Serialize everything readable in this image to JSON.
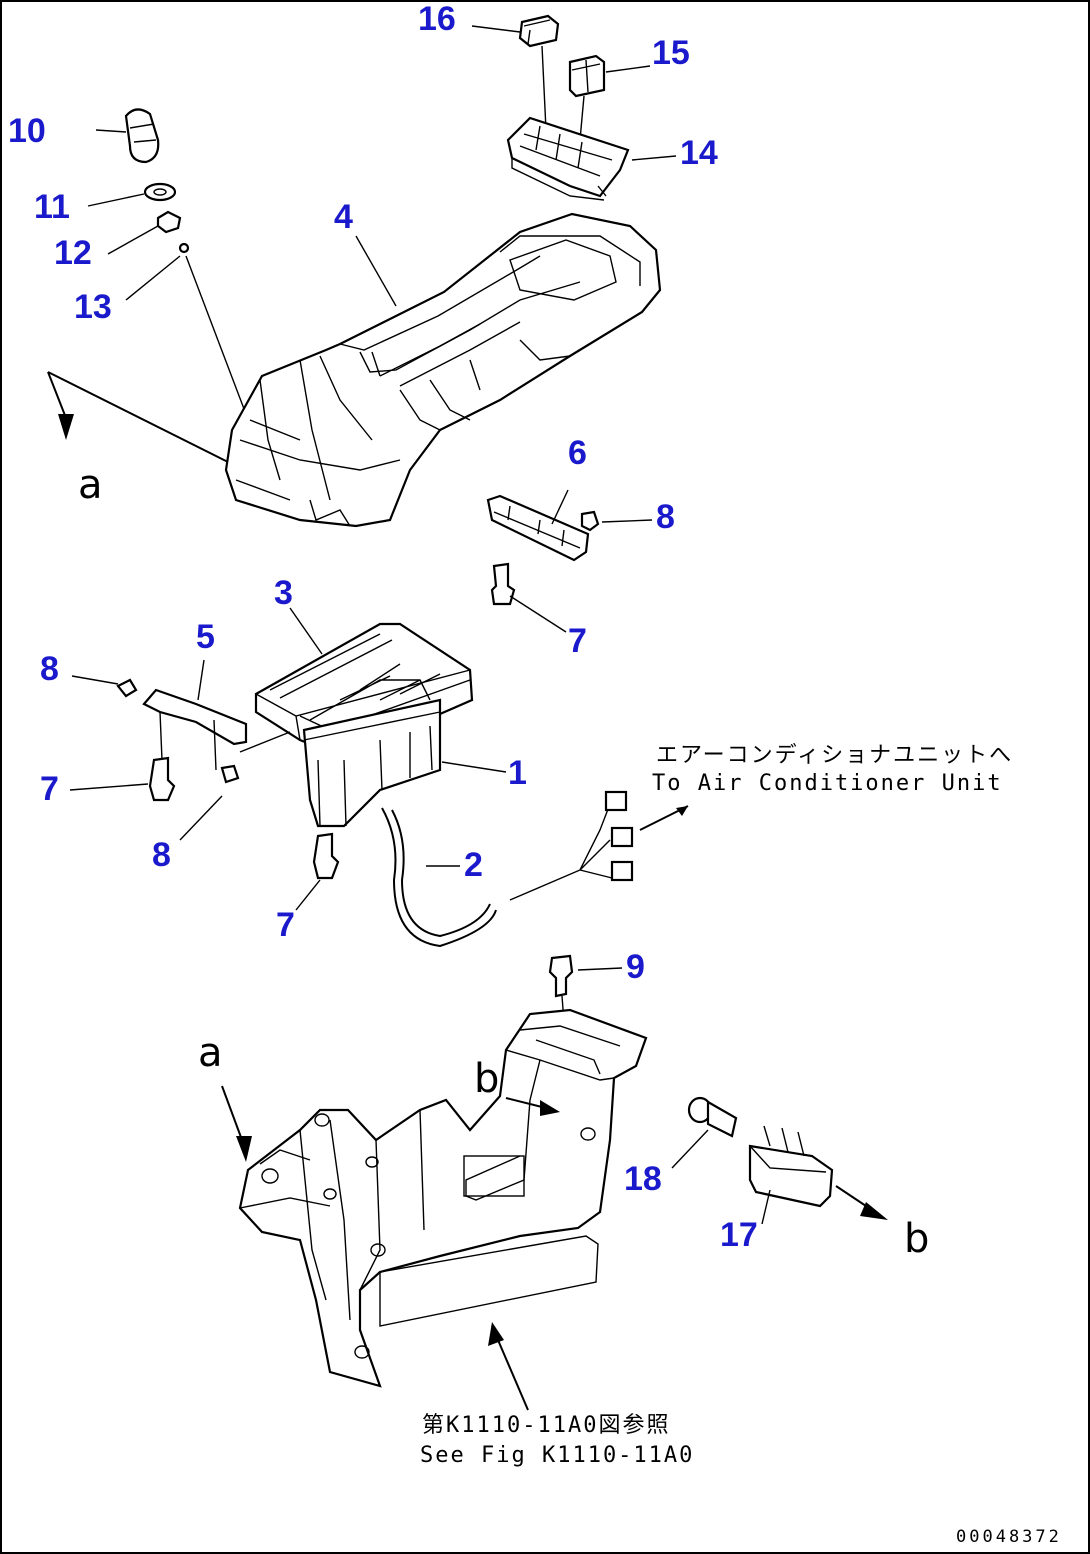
{
  "callouts": {
    "p1": "1",
    "p2": "2",
    "p3": "3",
    "p4": "4",
    "p5": "5",
    "p6": "6",
    "p7a": "7",
    "p7b": "7",
    "p7c": "7",
    "p8a": "8",
    "p8b": "8",
    "p8c": "8",
    "p9": "9",
    "p10": "10",
    "p11": "11",
    "p12": "12",
    "p13": "13",
    "p14": "14",
    "p15": "15",
    "p16": "16",
    "p17": "17",
    "p18": "18"
  },
  "view_markers": {
    "a_top": "a",
    "a_lower": "a",
    "b_left": "b",
    "b_right": "b"
  },
  "notes": {
    "air_conditioner_jp": "エアーコンディショナユニットへ",
    "air_conditioner_en": "To Air Conditioner Unit",
    "see_fig_jp": "第K1110-11A0図参照",
    "see_fig_en": "See Fig K1110-11A0"
  },
  "drawing_number": "00048372",
  "colors": {
    "callout": "#1a1acc",
    "line": "#000000",
    "background": "#ffffff"
  }
}
